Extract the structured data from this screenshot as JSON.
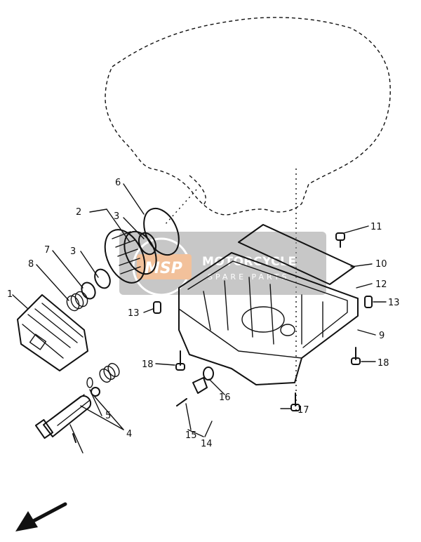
{
  "diagram": {
    "callouts": {
      "c1": "1",
      "c2": "2",
      "c3a": "3",
      "c3b": "3",
      "c4": "4",
      "c5": "5",
      "c6": "6",
      "c7": "7",
      "c8": "8",
      "c9": "9",
      "c10": "10",
      "c11": "11",
      "c12": "12",
      "c13a": "13",
      "c13b": "13",
      "c14": "14",
      "c15": "15",
      "c16": "16",
      "c17": "17",
      "c18a": "18",
      "c18b": "18"
    },
    "watermark": {
      "logo_text": "MSP",
      "title": "MOTORCYCLE",
      "subtitle": "SPARE PARTS",
      "color": "#e8904a"
    },
    "direction_arrow": "front-arrow-icon"
  }
}
